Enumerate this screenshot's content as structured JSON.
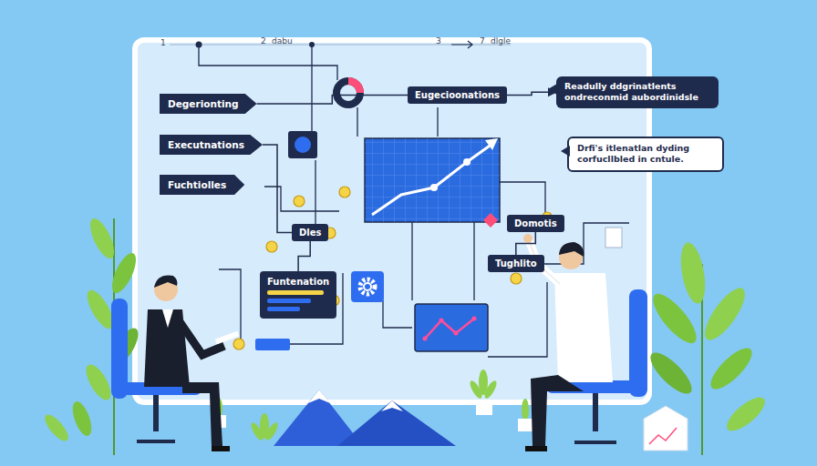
{
  "diagram": {
    "nodes": [
      {
        "text": [
          "Degerionting"
        ]
      },
      {
        "text": [
          "Executnations"
        ]
      },
      {
        "text": [
          "Fuchtiolles"
        ]
      },
      {
        "text": [
          "Dles"
        ]
      },
      {
        "text": [
          "Funtenation"
        ]
      },
      {
        "text": [
          "Eugecioonations"
        ]
      },
      {
        "text": [
          "Readully ddgrinatlents ondreconmid aubordinidsle"
        ]
      },
      {
        "text": [
          "Drfi's itlenatlan dyding corfucllbled in cntule."
        ]
      },
      {
        "text": [
          "Domotis"
        ]
      },
      {
        "text": [
          "Tughlito"
        ]
      }
    ],
    "edges": [
      {
        "from": 0,
        "to": 5,
        "arrow": "none"
      },
      {
        "from": 5,
        "to": 6,
        "arrow": "to"
      },
      {
        "from": 1,
        "to": 3,
        "arrow": "none"
      },
      {
        "from": 3,
        "to": 4,
        "arrow": "none"
      },
      {
        "from": 8,
        "to": 9,
        "arrow": "none"
      }
    ],
    "labels": [
      "1",
      "2",
      "dabu",
      "3",
      "7",
      "dlgle"
    ]
  }
}
